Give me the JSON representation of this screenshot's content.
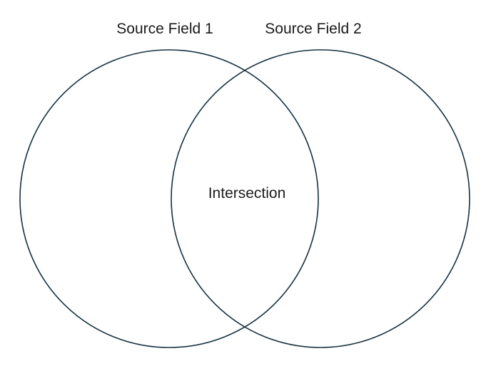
{
  "diagram": {
    "type": "venn",
    "title": "",
    "sets": {
      "left_label": "Source Field 1",
      "right_label": "Source Field 2",
      "intersection_label": "Intersection"
    },
    "colors": {
      "circle_stroke": "#17313f",
      "text": "#1a1a1a",
      "background": "#ffffff"
    }
  }
}
